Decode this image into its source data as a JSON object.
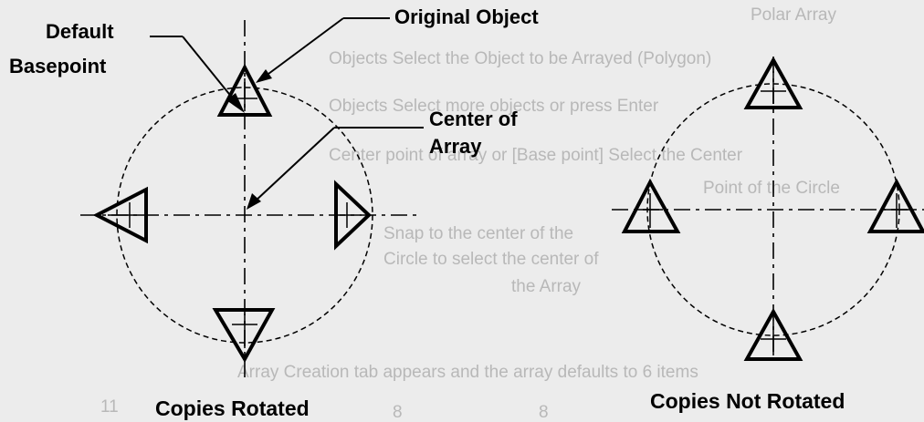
{
  "labels": {
    "default_basepoint_line1": "Default",
    "default_basepoint_line2": "Basepoint",
    "original_object": "Original Object",
    "center_of_array_line1": "Center of",
    "center_of_array_line2": "Array",
    "copies_rotated": "Copies Rotated",
    "copies_not_rotated": "Copies Not Rotated"
  },
  "bleed_through_text": [
    "Polar Array",
    "Objects   Select the Object to be Arrayed (Polygon)",
    "Objects   Select more objects or press Enter",
    "Center point of array or [Base point]   Select the Center",
    "Point of the Circle",
    "Snap to the center of the",
    "Circle to select the center of",
    "the Array",
    "Array Creation tab appears and the array defaults to 6 items",
    "8",
    "8",
    "11"
  ]
}
